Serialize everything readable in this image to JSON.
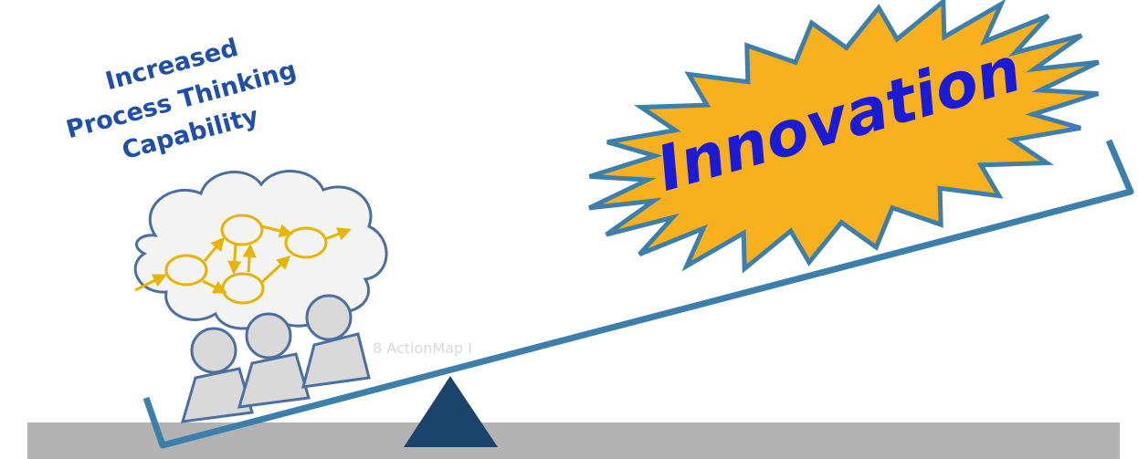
{
  "capability_label": {
    "line1": "Increased",
    "line2": "Process Thinking",
    "line3": "Capability"
  },
  "innovation_label": "Innovation",
  "watermark": "8 ActionMap I",
  "colors": {
    "label_text": "#1f4fa8",
    "innovation_text": "#1b1bd6",
    "burst_fill": "#f9b01e",
    "burst_stroke": "#3c7faa",
    "beam": "#3c7faa",
    "fulcrum": "#1a446b",
    "ground": "#b3b3b3",
    "process_node": "#e8b400",
    "people_fill": "#d9d9d9",
    "people_stroke": "#4a6fa0"
  },
  "icons": {
    "thought_cloud": "cloud-icon",
    "process_map": "process-flow-icon",
    "people": "people-group-icon",
    "burst": "starburst-icon",
    "fulcrum": "triangle-icon"
  }
}
